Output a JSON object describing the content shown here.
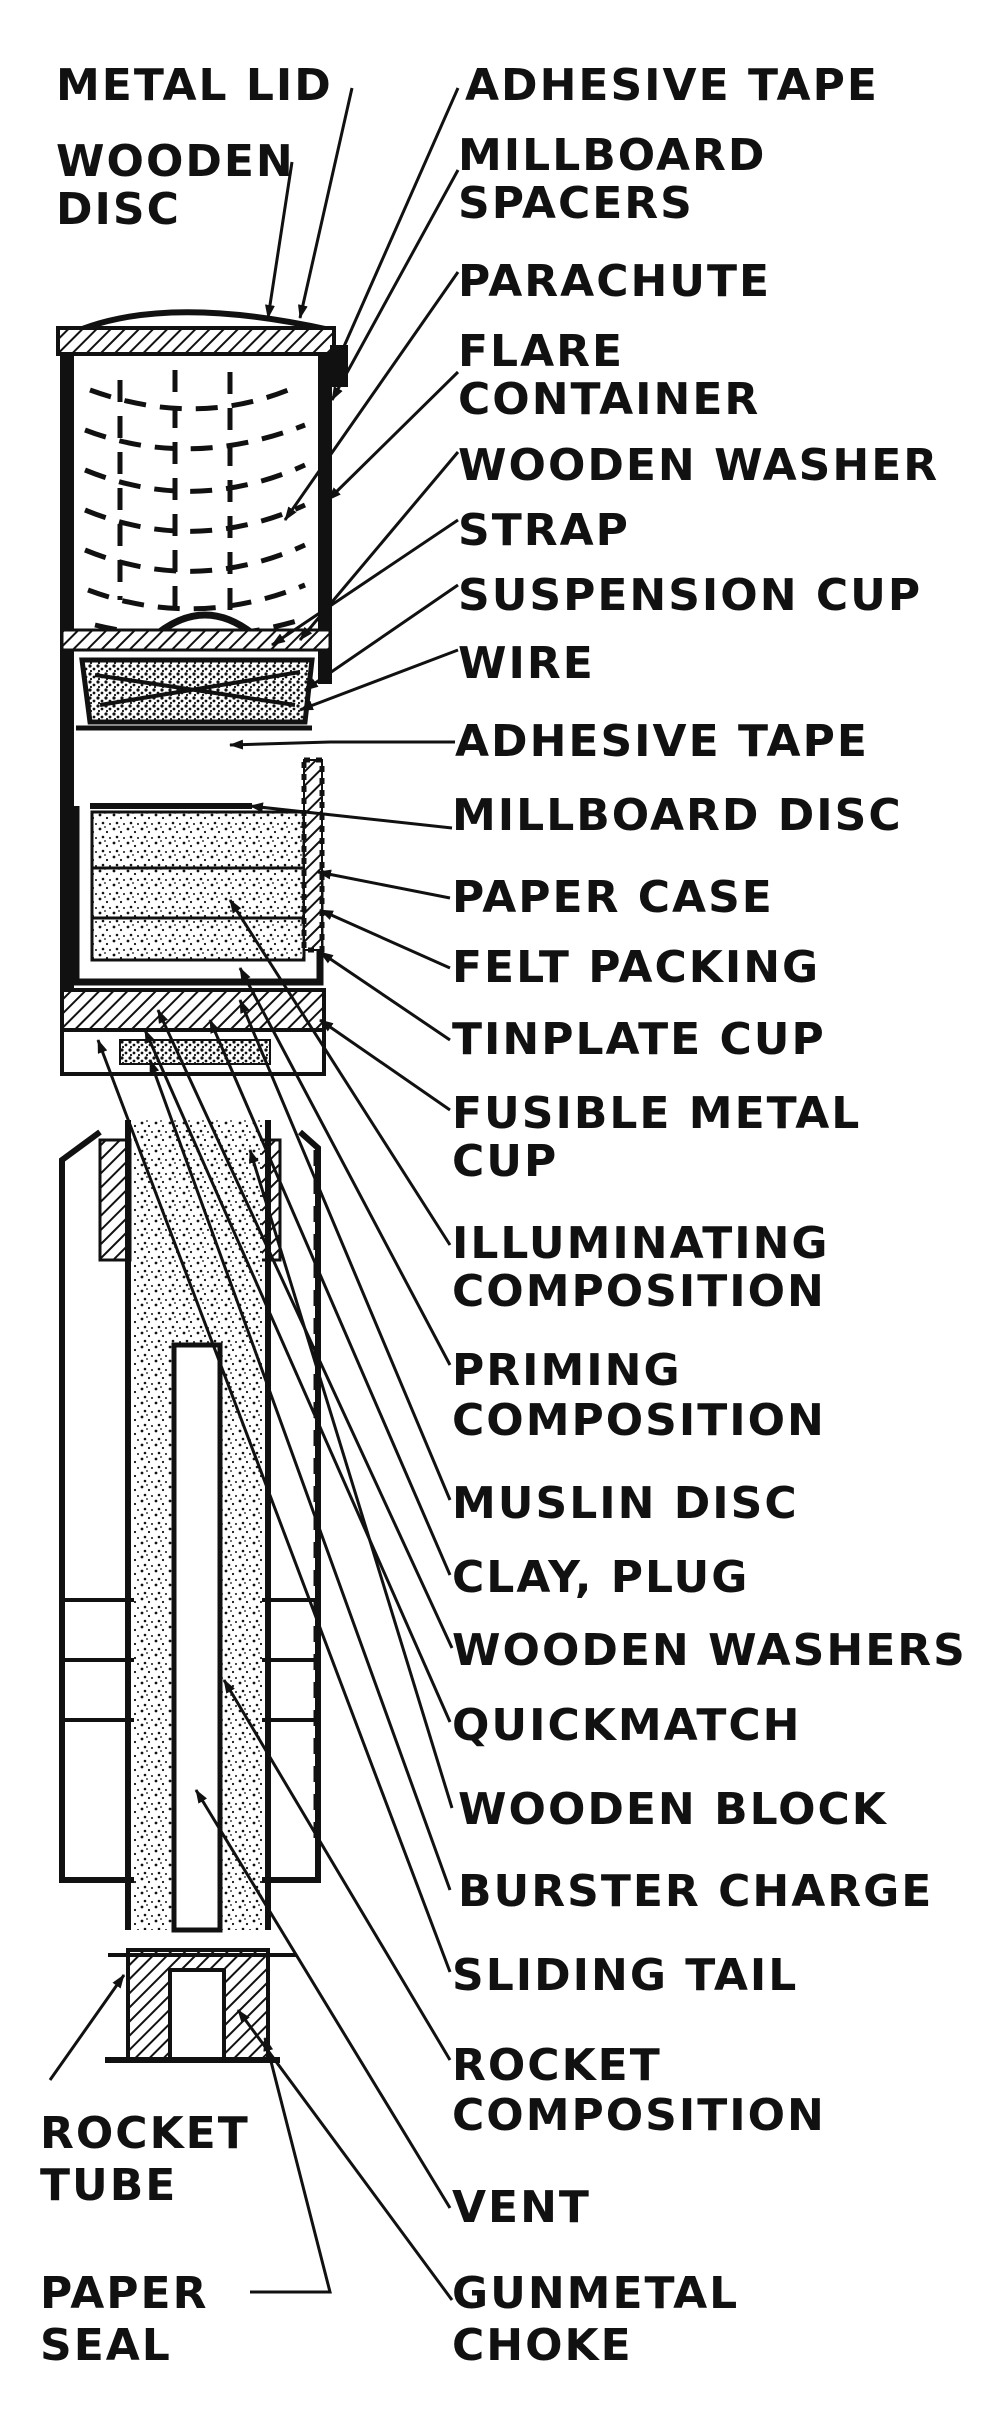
{
  "left_labels": {
    "metal_lid": "METAL LID",
    "wooden_disc": [
      "WOODEN",
      "DISC"
    ],
    "rocket_tube": [
      "ROCKET",
      "TUBE"
    ],
    "paper_seal": [
      "PAPER",
      "SEAL"
    ]
  },
  "right_labels": [
    [
      "ADHESIVE TAPE"
    ],
    [
      "MILLBOARD",
      "SPACERS"
    ],
    [
      "PARACHUTE"
    ],
    [
      "FLARE",
      "CONTAINER"
    ],
    [
      "WOODEN WASHER"
    ],
    [
      "STRAP"
    ],
    [
      "SUSPENSION CUP"
    ],
    [
      "WIRE"
    ],
    [
      "ADHESIVE TAPE"
    ],
    [
      "MILLBOARD DISC"
    ],
    [
      "PAPER CASE"
    ],
    [
      "FELT PACKING"
    ],
    [
      "TINPLATE CUP"
    ],
    [
      "FUSIBLE METAL",
      "CUP"
    ],
    [
      "ILLUMINATING",
      "COMPOSITION"
    ],
    [
      "PRIMING",
      "COMPOSITION"
    ],
    [
      "MUSLIN DISC"
    ],
    [
      "CLAY, PLUG"
    ],
    [
      "WOODEN WASHERS"
    ],
    [
      "QUICKMATCH"
    ],
    [
      "WOODEN BLOCK"
    ],
    [
      "BURSTER CHARGE"
    ],
    [
      "SLIDING TAIL"
    ],
    [
      "ROCKET",
      "COMPOSITION"
    ],
    [
      "VENT"
    ],
    [
      "GUNMETAL",
      "CHOKE"
    ]
  ]
}
